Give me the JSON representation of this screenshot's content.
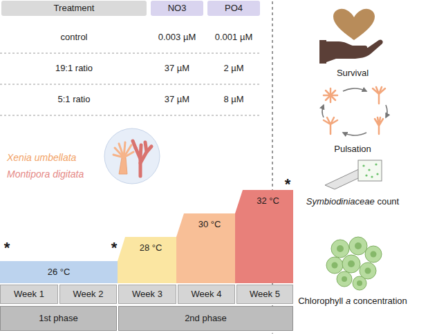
{
  "diagram": {
    "nodes": [
      {
        "text": [
          "Treatment"
        ]
      },
      {
        "text": [
          "NO3"
        ]
      },
      {
        "text": [
          "PO4"
        ]
      },
      {
        "text": [
          "26 °C"
        ]
      },
      {
        "text": [
          "28 °C"
        ]
      },
      {
        "text": [
          "30 °C"
        ]
      },
      {
        "text": [
          "32 °C"
        ]
      },
      {
        "text": [
          "Week 1"
        ]
      },
      {
        "text": [
          "Week 2"
        ]
      },
      {
        "text": [
          "Week 3"
        ]
      },
      {
        "text": [
          "Week 4"
        ]
      },
      {
        "text": [
          "Week 5"
        ]
      },
      {
        "text": [
          "1st phase"
        ]
      },
      {
        "text": [
          "2nd phase"
        ]
      }
    ],
    "labels": [
      "control",
      "0.003 µM",
      "0.001 µM",
      "19:1 ratio",
      "37 µM",
      "2 µM",
      "5:1 ratio",
      "37 µM",
      "8 µM",
      "Xenia umbellata",
      "Montipora digitata",
      "*",
      "*",
      "*",
      "Survival",
      "Pulsation",
      "Symbiodiniaceae count",
      "Chlorophyll a concentration"
    ]
  }
}
